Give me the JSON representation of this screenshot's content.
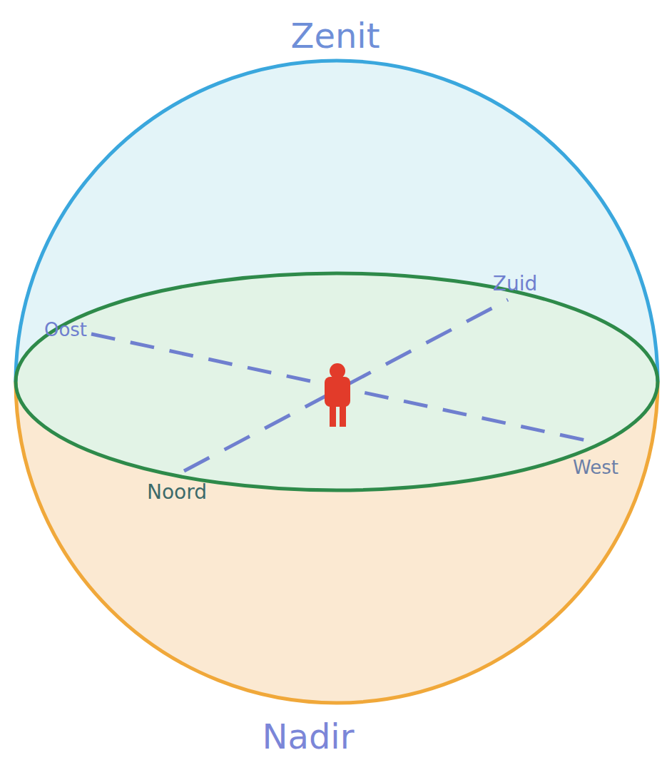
{
  "diagram": {
    "labels": [
      "Zenit",
      "Oost",
      "Zuid",
      "Noord",
      "West",
      "Nadir"
    ]
  }
}
